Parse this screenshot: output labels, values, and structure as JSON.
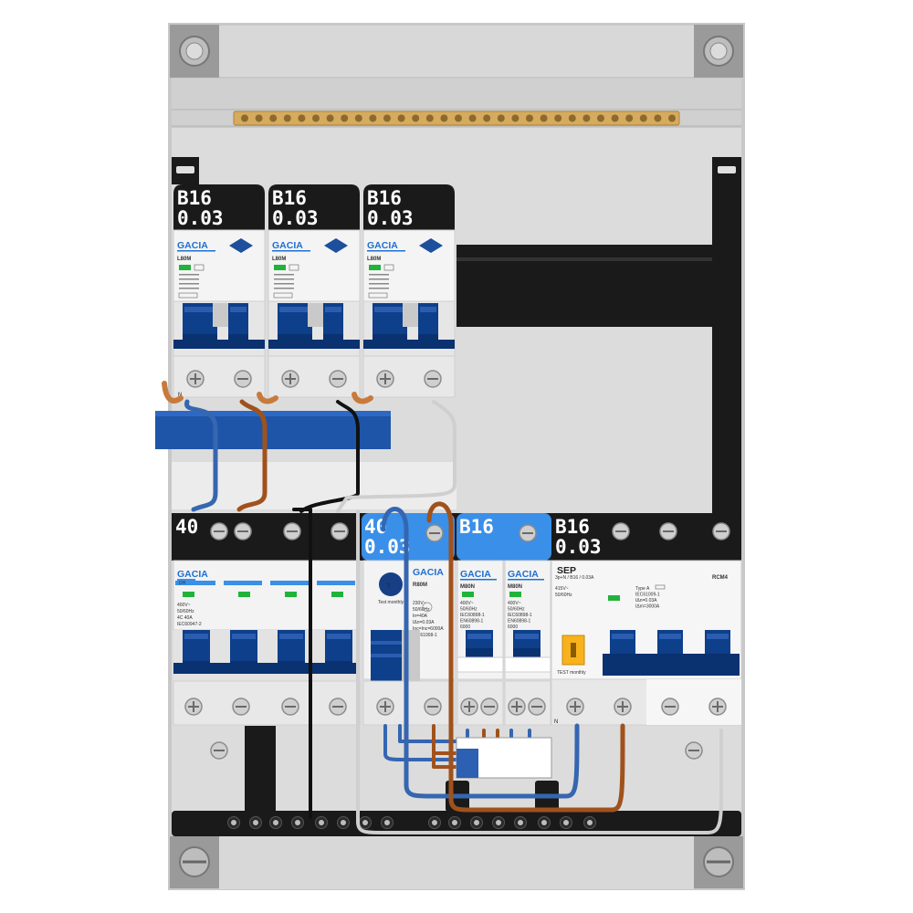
{
  "colors": {
    "enclosure": "#c9c9c9",
    "panel_bg": "#dedede",
    "dark_band": "#1a1a1a",
    "breaker_blue": "#0d3f8a",
    "label_blue": "#1f6fd0",
    "accent_blue": "#3a8fe8",
    "wire_blue": "#3566b0",
    "wire_brown": "#a0521c",
    "wire_black": "#111111",
    "wire_grey": "#cfcfcf",
    "busbar_brass": "#d2a85c",
    "indicator_green": "#1fb33a",
    "test_orange": "#f7b21c"
  },
  "top_row": {
    "devices": [
      {
        "rating": "B16",
        "sensitivity": "0.03",
        "brand": "GACIA",
        "model": "L80M",
        "n_mark": "N"
      },
      {
        "rating": "B16",
        "sensitivity": "0.03",
        "brand": "GACIA",
        "model": "L80M"
      },
      {
        "rating": "B16",
        "sensitivity": "0.03",
        "brand": "GACIA",
        "model": "L80M"
      }
    ]
  },
  "bottom_row": {
    "isolator": {
      "rating": "40",
      "brand": "GACIA",
      "model": "DH",
      "specs": [
        "400V~",
        "50/60Hz",
        "4C 40A",
        "IEC60947-2"
      ]
    },
    "rcd": {
      "rating": "40",
      "sensitivity": "0.03",
      "brand": "GACIA",
      "model": "R80M",
      "test_label": "Test monthly",
      "specs": [
        "230V~",
        "50/60Hz",
        "In=40A",
        "IΔn=0.03A",
        "Inc=Inc=6000A",
        "IEC61008-1"
      ]
    },
    "mcbs": [
      {
        "rating": "B16",
        "brand": "GACIA",
        "model": "M80N",
        "specs": [
          "400V~",
          "50/60Hz",
          "IEC60898-1",
          "EN60898-1",
          "6000"
        ]
      },
      {
        "brand": "GACIA",
        "model": "M80N",
        "specs": [
          "400V~",
          "50/60Hz",
          "IEC60898-1",
          "EN60898-1",
          "6000"
        ]
      }
    ],
    "rcbo": {
      "rating": "B16",
      "sensitivity": "0.03",
      "brand": "SEP",
      "model": "3p+N / B16 / 0.03A",
      "specs": [
        "415V~",
        "50/60Hz"
      ],
      "test_label": "TEST monthly",
      "n_mark": "N"
    },
    "rcm": {
      "model": "RCM4",
      "specs": [
        "Type A",
        "IEC61009-1",
        "IΔn=0.03A",
        "IΔm=3000A"
      ]
    }
  }
}
